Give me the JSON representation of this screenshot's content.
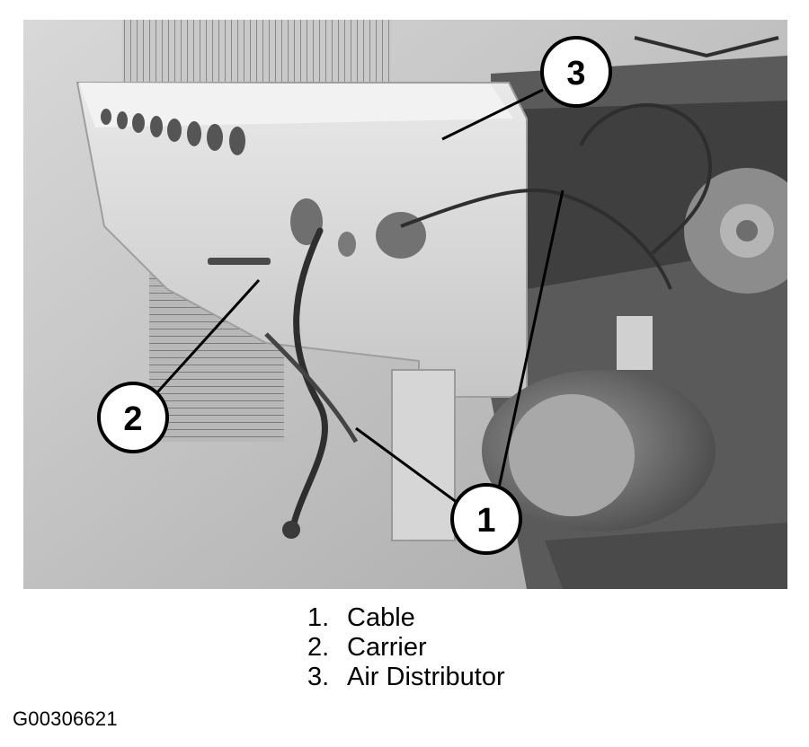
{
  "figure": {
    "callouts": [
      {
        "id": "1",
        "label": "Cable"
      },
      {
        "id": "2",
        "label": "Carrier"
      },
      {
        "id": "3",
        "label": "Air Distributor"
      }
    ],
    "figure_id": "G00306621"
  },
  "legend": {
    "items": [
      {
        "num": "1.",
        "label": "Cable"
      },
      {
        "num": "2.",
        "label": "Carrier"
      },
      {
        "num": "3.",
        "label": "Air Distributor"
      }
    ]
  },
  "colors": {
    "background": "#ffffff",
    "photo_base": "#bdbdbd",
    "ink": "#000000"
  }
}
